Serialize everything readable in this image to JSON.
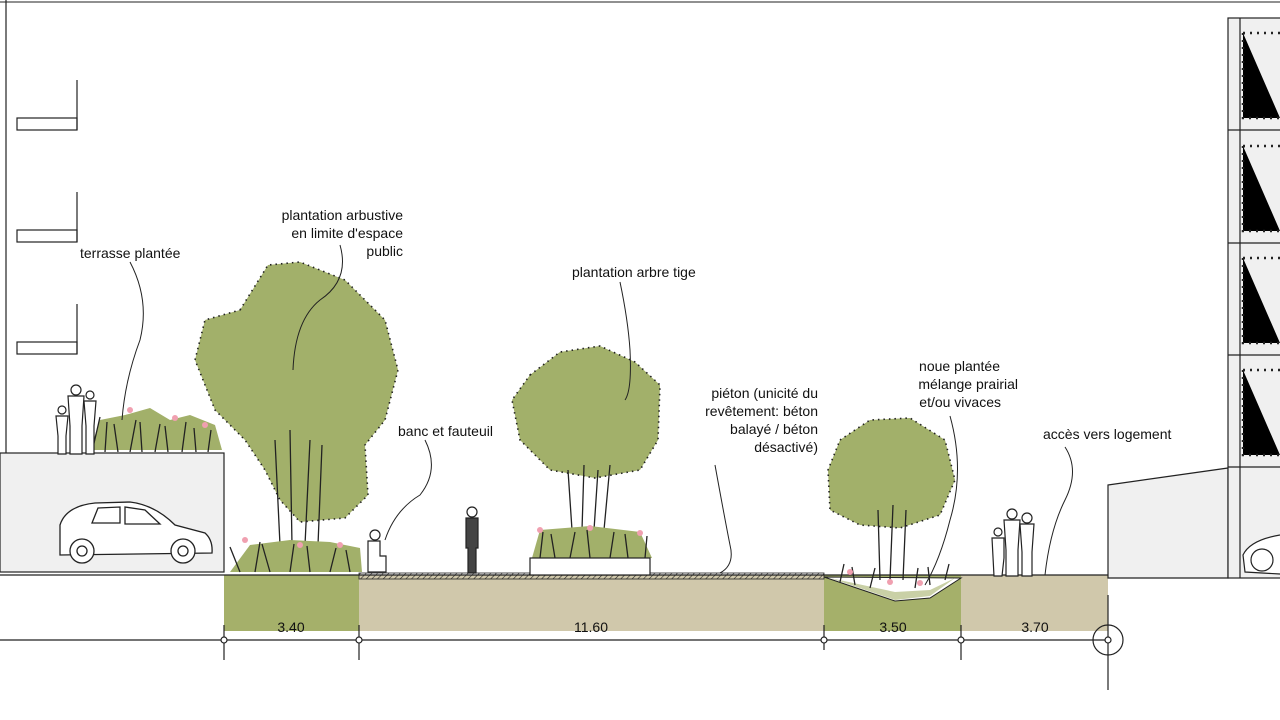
{
  "labels": {
    "terrasse": "terrasse plantée",
    "arbustive": [
      "plantation arbustive",
      "en limite d'espace",
      "public"
    ],
    "arbre_tige": "plantation arbre tige",
    "banc": "banc et fauteuil",
    "pieton": [
      "piéton (unicité du",
      "revêtement: béton",
      "balayé / béton",
      "désactivé)"
    ],
    "noue": [
      "noue plantée",
      "mélange prairial",
      "et/ou vivaces"
    ],
    "acces": "accès vers logement"
  },
  "dimensions": [
    "3.40",
    "11.60",
    "3.50",
    "3.70"
  ],
  "colors": {
    "planted": "#a5b06a",
    "paved": "#d0c8ab",
    "foliage": "#a2b06a",
    "flowers": "#f0a0b0",
    "building": "#f0f0f0"
  }
}
